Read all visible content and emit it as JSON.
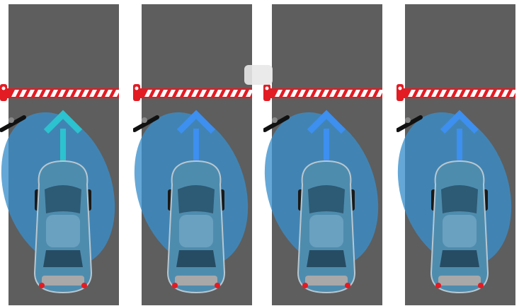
{
  "scene": {
    "lanes": [
      {
        "id": "lane-1",
        "barrier_state": "closed",
        "arrow_color": "#2cc2cf",
        "vehicle": "sports-car"
      },
      {
        "id": "lane-2",
        "barrier_state": "closed",
        "arrow_color": "#3d8ff0",
        "vehicle": "sports-car"
      },
      {
        "id": "lane-3",
        "barrier_state": "closed",
        "arrow_color": "#3d8ff0",
        "vehicle": "sports-car"
      },
      {
        "id": "lane-4",
        "barrier_state": "closed",
        "arrow_color": "#3d8ff0",
        "vehicle": "sports-car"
      }
    ],
    "colors": {
      "road": "#5e5e5e",
      "barrier_red": "#e31b23",
      "barrier_white": "#ffffff",
      "detection_zone": "#3a8fcc",
      "car_body": "#4e8cae",
      "camera": "#111111"
    },
    "icons": [
      "barrier-gate-icon",
      "direction-arrow-icon",
      "camera-icon",
      "car-icon"
    ]
  }
}
